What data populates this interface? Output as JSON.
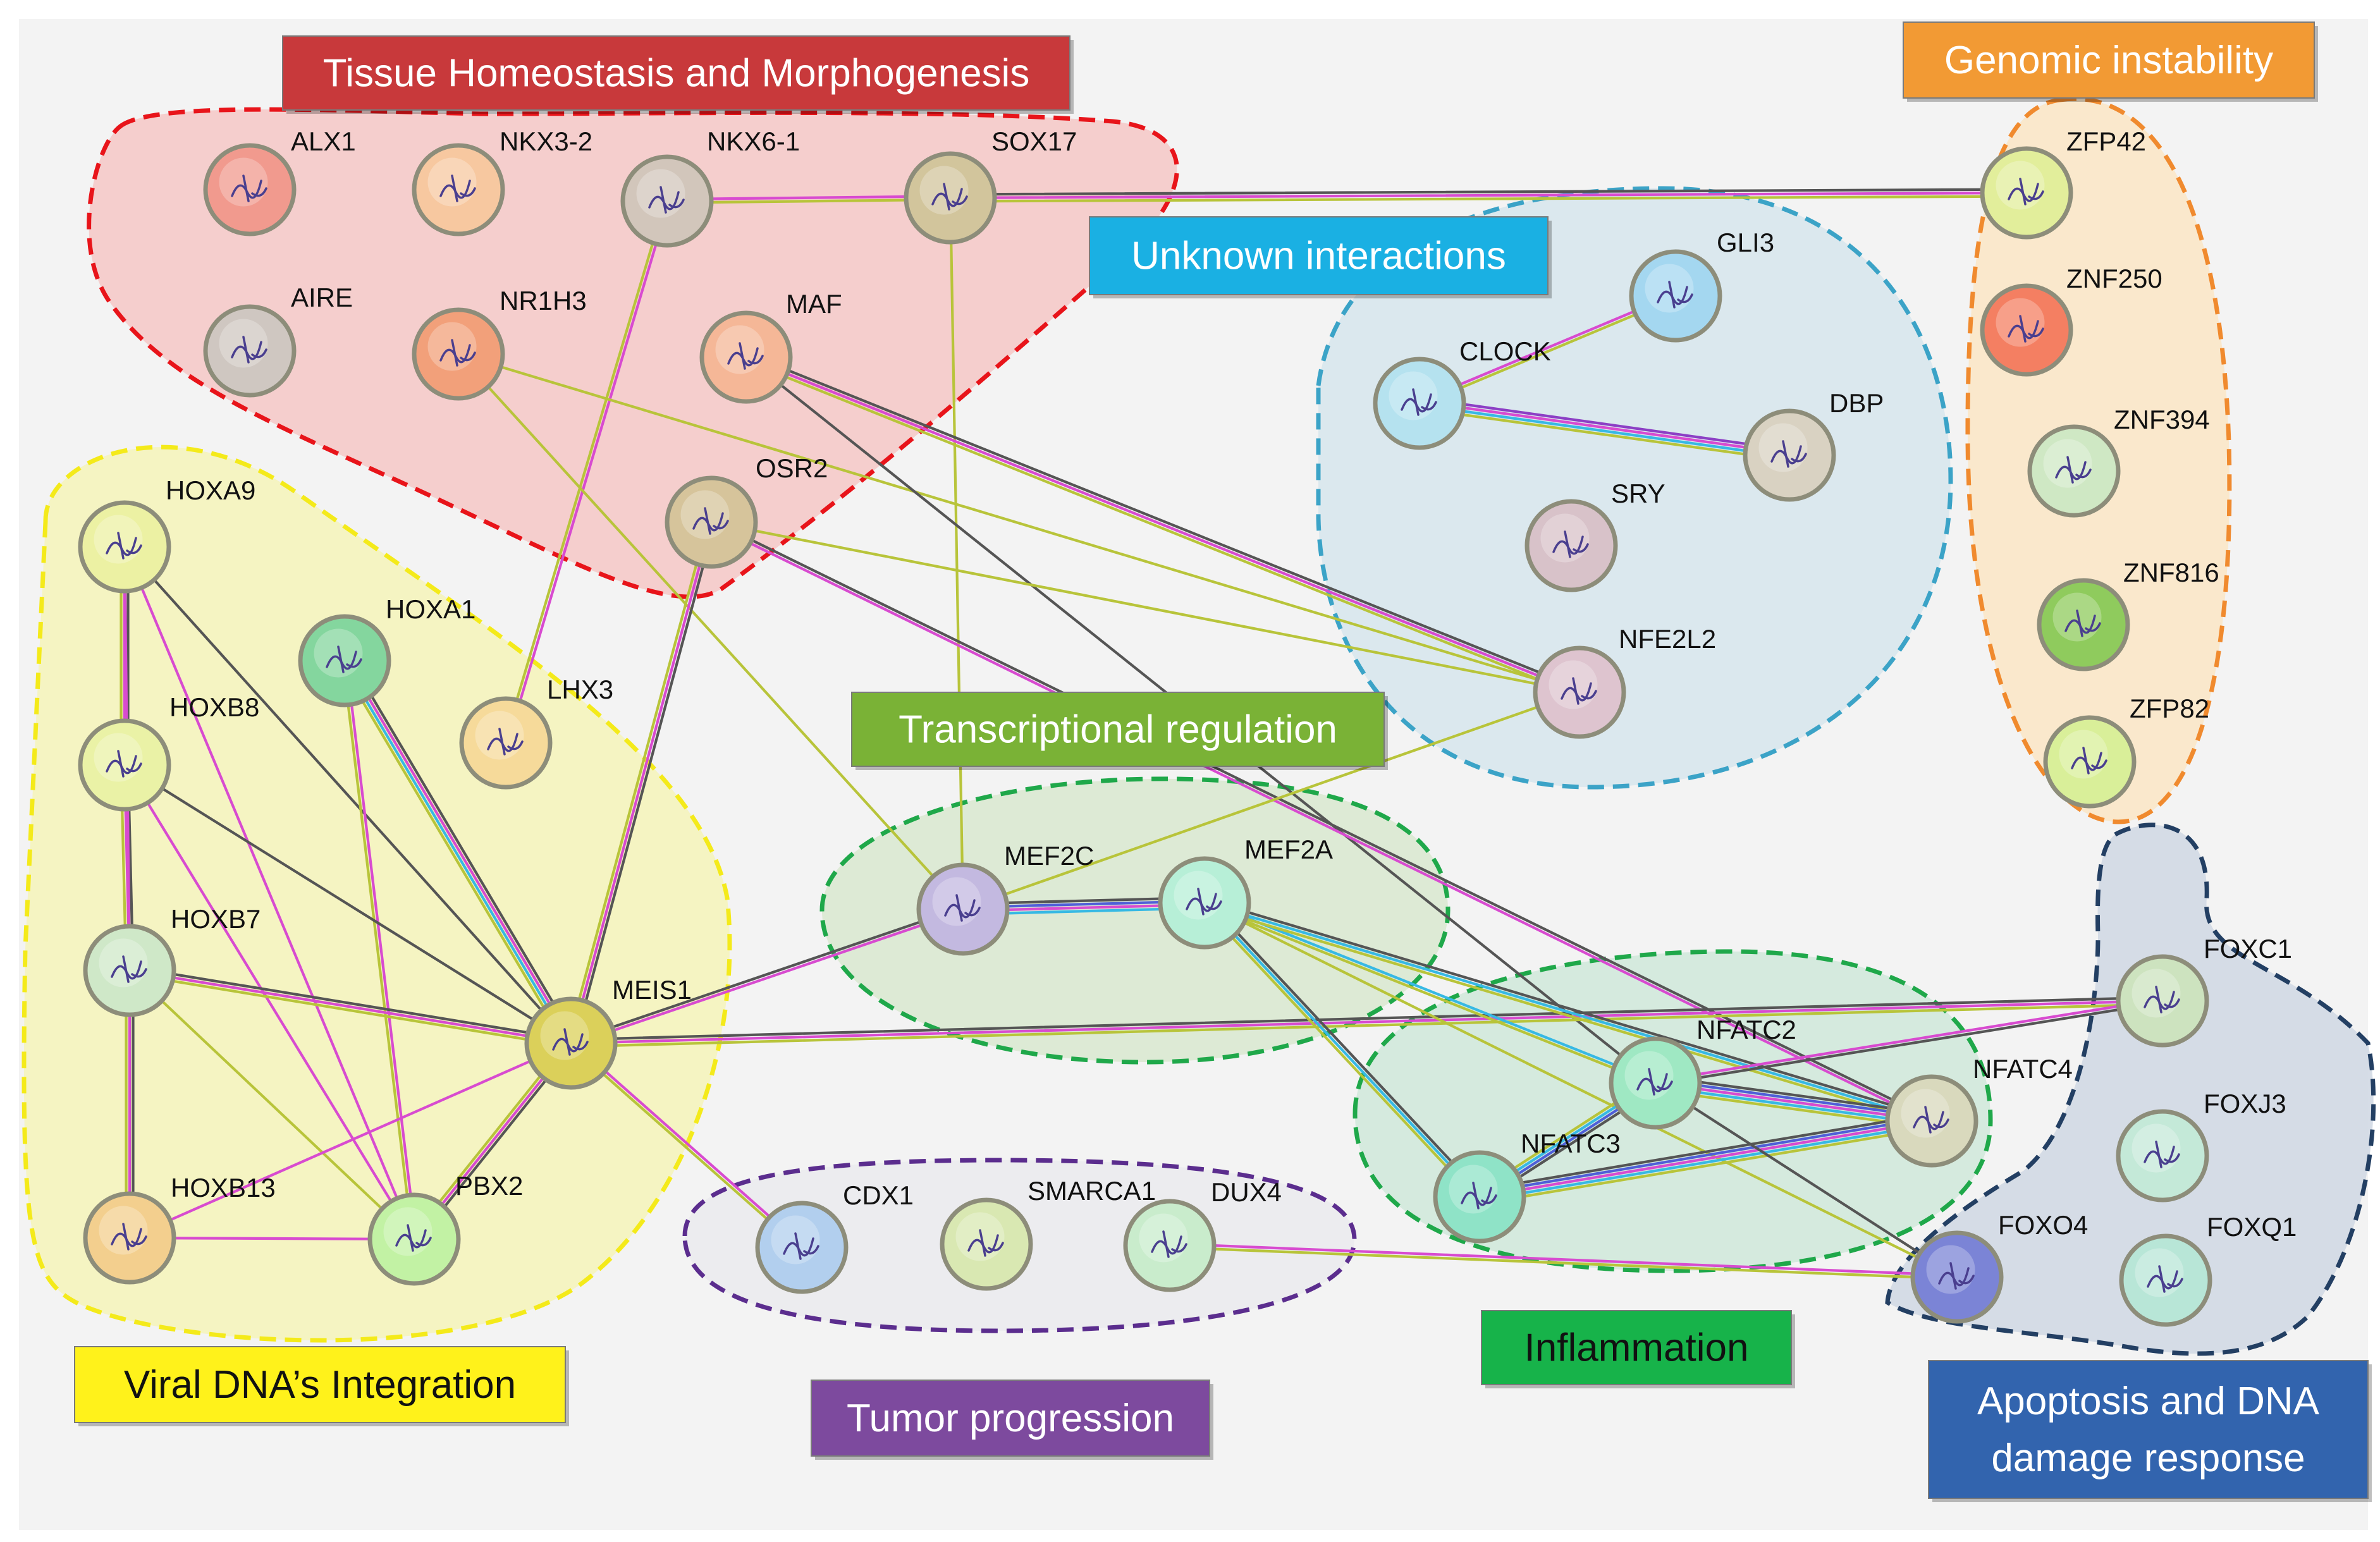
{
  "groups": [
    {
      "id": "tissue",
      "title": "Tissue Homeostasis and Morphogenesis",
      "fill": "#f4c7c5",
      "stroke": "#e8141a",
      "box_fill": "#c8393b",
      "text_color": "#ffffff"
    },
    {
      "id": "genomic",
      "title": "Genomic instability",
      "fill": "#fae5c4",
      "stroke": "#f08a2e",
      "box_fill": "#f29a34",
      "text_color": "#ffffff"
    },
    {
      "id": "unknown",
      "title": "Unknown interactions",
      "fill": "#d6e5ec",
      "stroke": "#3ba3c7",
      "box_fill": "#1ab0e3",
      "text_color": "#ffffff"
    },
    {
      "id": "viral",
      "title": "Viral DNA’s Integration",
      "fill": "#f5f3b9",
      "stroke": "#f4ea1a",
      "box_fill": "#fff21b",
      "text_color": "#111111"
    },
    {
      "id": "transcription",
      "title": "Transcriptional regulation",
      "fill": "#d8e8cf",
      "stroke": "#1fa84a",
      "box_fill": "#7ab236",
      "text_color": "#ffffff"
    },
    {
      "id": "inflammation",
      "title": "Inflammation",
      "fill": "#cfe8d9",
      "stroke": "#1fa84a",
      "box_fill": "#17b34a",
      "text_color": "#111111"
    },
    {
      "id": "tumor",
      "title": "Tumor progression",
      "fill": "#eaeaed",
      "stroke": "#5b2d8e",
      "box_fill": "#7d4a9e",
      "text_color": "#ffffff"
    },
    {
      "id": "apoptosis",
      "title": "Apoptosis and DNA damage response",
      "title_lines": [
        "Apoptosis and DNA",
        "damage response"
      ],
      "fill": "#cfd7e3",
      "stroke": "#233f63",
      "box_fill": "#3264ae",
      "text_color": "#ffffff"
    }
  ],
  "nodes": [
    {
      "id": "ALX1",
      "label": "ALX1",
      "color": "#f19a8e"
    },
    {
      "id": "NKX3-2",
      "label": "NKX3-2",
      "color": "#f7c8a0"
    },
    {
      "id": "NKX6-1",
      "label": "NKX6-1",
      "color": "#d2c6bb"
    },
    {
      "id": "SOX17",
      "label": "SOX17",
      "color": "#d2c59c"
    },
    {
      "id": "AIRE",
      "label": "AIRE",
      "color": "#cfc7c1"
    },
    {
      "id": "NR1H3",
      "label": "NR1H3",
      "color": "#f2a07a"
    },
    {
      "id": "MAF",
      "label": "MAF",
      "color": "#f5b797"
    },
    {
      "id": "OSR2",
      "label": "OSR2",
      "color": "#d6c49b"
    },
    {
      "id": "HOXA9",
      "label": "HOXA9",
      "color": "#ecf1a3"
    },
    {
      "id": "HOXA1",
      "label": "HOXA1",
      "color": "#84d69e"
    },
    {
      "id": "HOXB8",
      "label": "HOXB8",
      "color": "#eaf2a6"
    },
    {
      "id": "LHX3",
      "label": "LHX3",
      "color": "#f6da9a"
    },
    {
      "id": "HOXB7",
      "label": "HOXB7",
      "color": "#cfe8c8"
    },
    {
      "id": "MEIS1",
      "label": "MEIS1",
      "color": "#dbd05a"
    },
    {
      "id": "HOXB13",
      "label": "HOXB13",
      "color": "#f3cf8e"
    },
    {
      "id": "PBX2",
      "label": "PBX2",
      "color": "#c2f2a4"
    },
    {
      "id": "GLI3",
      "label": "GLI3",
      "color": "#a4d7f0"
    },
    {
      "id": "CLOCK",
      "label": "CLOCK",
      "color": "#b5e2ef"
    },
    {
      "id": "DBP",
      "label": "DBP",
      "color": "#d9d2c2"
    },
    {
      "id": "SRY",
      "label": "SRY",
      "color": "#d8c2c9"
    },
    {
      "id": "NFE2L2",
      "label": "NFE2L2",
      "color": "#dec4cf"
    },
    {
      "id": "ZFP42",
      "label": "ZFP42",
      "color": "#e2ee9b"
    },
    {
      "id": "ZNF250",
      "label": "ZNF250",
      "color": "#f47f62"
    },
    {
      "id": "ZNF394",
      "label": "ZNF394",
      "color": "#cfe8c4"
    },
    {
      "id": "ZNF816",
      "label": "ZNF816",
      "color": "#8fcb5d"
    },
    {
      "id": "ZFP82",
      "label": "ZFP82",
      "color": "#d9ef99"
    },
    {
      "id": "MEF2C",
      "label": "MEF2C",
      "color": "#c3b9e0"
    },
    {
      "id": "MEF2A",
      "label": "MEF2A",
      "color": "#b7efd7"
    },
    {
      "id": "NFATC2",
      "label": "NFATC2",
      "color": "#9fe8c3"
    },
    {
      "id": "NFATC4",
      "label": "NFATC4",
      "color": "#d9d9bd"
    },
    {
      "id": "NFATC3",
      "label": "NFATC3",
      "color": "#8fe3c7"
    },
    {
      "id": "CDX1",
      "label": "CDX1",
      "color": "#b2cfee"
    },
    {
      "id": "SMARCA1",
      "label": "SMARCA1",
      "color": "#d9e8b2"
    },
    {
      "id": "DUX4",
      "label": "DUX4",
      "color": "#c9eccc"
    },
    {
      "id": "FOXC1",
      "label": "FOXC1",
      "color": "#cde3bf"
    },
    {
      "id": "FOXJ3",
      "label": "FOXJ3",
      "color": "#c4e9d8"
    },
    {
      "id": "FOXO4",
      "label": "FOXO4",
      "color": "#7b84d6"
    },
    {
      "id": "FOXQ1",
      "label": "FOXQ1",
      "color": "#b8e6d7"
    }
  ],
  "edge_palette": {
    "dark": "#555555",
    "magenta": "#d84bd0",
    "olive": "#b8c43a",
    "cyan": "#37b9e4",
    "blue": "#4f5fd8",
    "purple": "#8c3fc5"
  },
  "edges": [
    [
      "NKX6-1",
      "SOX17",
      [
        "magenta",
        "olive"
      ]
    ],
    [
      "NKX6-1",
      "LHX3",
      [
        "magenta",
        "olive"
      ]
    ],
    [
      "SOX17",
      "ZFP42",
      [
        "dark",
        "magenta",
        "olive"
      ]
    ],
    [
      "SOX17",
      "MEF2C",
      [
        "olive"
      ]
    ],
    [
      "NR1H3",
      "MEF2C",
      [
        "olive"
      ]
    ],
    [
      "NR1H3",
      "NFE2L2",
      [
        "olive"
      ]
    ],
    [
      "MAF",
      "NFE2L2",
      [
        "dark",
        "magenta",
        "olive"
      ]
    ],
    [
      "MAF",
      "NFATC2",
      [
        "dark"
      ]
    ],
    [
      "OSR2",
      "MEIS1",
      [
        "dark",
        "magenta",
        "olive"
      ]
    ],
    [
      "OSR2",
      "NFE2L2",
      [
        "olive"
      ]
    ],
    [
      "OSR2",
      "NFATC4",
      [
        "dark",
        "magenta"
      ]
    ],
    [
      "MEF2C",
      "NFE2L2",
      [
        "olive"
      ]
    ],
    [
      "CLOCK",
      "GLI3",
      [
        "magenta",
        "olive"
      ]
    ],
    [
      "CLOCK",
      "DBP",
      [
        "purple",
        "magenta",
        "cyan",
        "olive"
      ]
    ],
    [
      "HOXA9",
      "HOXB8",
      [
        "dark",
        "magenta",
        "olive"
      ]
    ],
    [
      "HOXB8",
      "HOXB7",
      [
        "dark",
        "magenta",
        "olive"
      ]
    ],
    [
      "HOXB7",
      "HOXB13",
      [
        "dark",
        "magenta",
        "olive"
      ]
    ],
    [
      "HOXA9",
      "MEIS1",
      [
        "dark"
      ]
    ],
    [
      "HOXA9",
      "PBX2",
      [
        "magenta"
      ]
    ],
    [
      "HOXA9",
      "HOXB7",
      [
        "magenta"
      ]
    ],
    [
      "HOXA1",
      "MEIS1",
      [
        "dark",
        "magenta",
        "cyan",
        "olive"
      ]
    ],
    [
      "HOXA1",
      "PBX2",
      [
        "magenta",
        "olive"
      ]
    ],
    [
      "HOXB8",
      "MEIS1",
      [
        "dark"
      ]
    ],
    [
      "HOXB8",
      "PBX2",
      [
        "magenta"
      ]
    ],
    [
      "HOXB7",
      "MEIS1",
      [
        "dark",
        "magenta",
        "olive"
      ]
    ],
    [
      "HOXB7",
      "PBX2",
      [
        "olive"
      ]
    ],
    [
      "HOXB13",
      "MEIS1",
      [
        "magenta"
      ]
    ],
    [
      "HOXB13",
      "PBX2",
      [
        "magenta"
      ]
    ],
    [
      "MEIS1",
      "PBX2",
      [
        "dark",
        "magenta",
        "olive"
      ]
    ],
    [
      "MEIS1",
      "MEF2C",
      [
        "dark",
        "magenta"
      ]
    ],
    [
      "MEIS1",
      "FOXC1",
      [
        "dark",
        "magenta",
        "olive"
      ]
    ],
    [
      "MEIS1",
      "CDX1",
      [
        "magenta",
        "olive"
      ]
    ],
    [
      "MEF2C",
      "MEF2A",
      [
        "dark",
        "blue",
        "magenta",
        "cyan"
      ]
    ],
    [
      "MEF2A",
      "NFATC2",
      [
        "cyan",
        "olive"
      ]
    ],
    [
      "MEF2A",
      "NFATC4",
      [
        "dark",
        "cyan",
        "olive"
      ]
    ],
    [
      "MEF2A",
      "NFATC3",
      [
        "dark",
        "cyan",
        "olive"
      ]
    ],
    [
      "MEF2A",
      "FOXO4",
      [
        "olive"
      ]
    ],
    [
      "NFATC2",
      "NFATC4",
      [
        "dark",
        "blue",
        "magenta",
        "cyan",
        "olive"
      ]
    ],
    [
      "NFATC2",
      "NFATC3",
      [
        "dark",
        "blue",
        "cyan",
        "olive"
      ]
    ],
    [
      "NFATC3",
      "NFATC4",
      [
        "dark",
        "blue",
        "magenta",
        "cyan",
        "olive"
      ]
    ],
    [
      "NFATC2",
      "FOXO4",
      [
        "dark"
      ]
    ],
    [
      "DUX4",
      "FOXO4",
      [
        "magenta",
        "olive"
      ]
    ],
    [
      "FOXC1",
      "NFATC2",
      [
        "dark",
        "magenta"
      ]
    ]
  ]
}
